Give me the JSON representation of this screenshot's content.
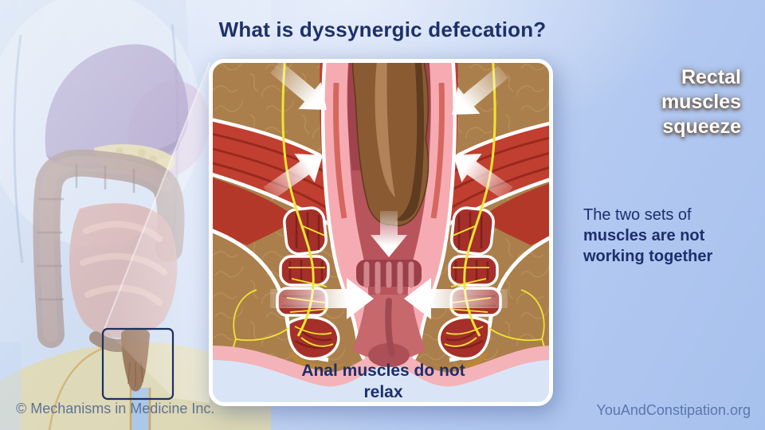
{
  "slide": {
    "title": "What is dyssynergic defecation?"
  },
  "panel": {
    "top_right_label": "Rectal muscles squeeze",
    "bottom_label": "Anal muscles do not relax"
  },
  "side_note": {
    "line1": "The two sets of",
    "line2": "muscles are not",
    "line3": "working together"
  },
  "footer": {
    "copyright": "© Mechanisms in Medicine Inc.",
    "website": "YouAndConstipation.org"
  },
  "icons": {
    "squeeze_arrows": "white arrows pressing inward on rectum and anal canal",
    "down_arrow": "white arrow pushing stool downward",
    "zoom_box": "navy outlined box over rectum linked by light beam to magnified panel"
  },
  "colors": {
    "title_navy": "#1e3069",
    "caption_navy": "#1d2e6d",
    "label_white": "#ffffff",
    "copyright_slate": "#5e7394",
    "website_blue": "#5b76ad",
    "bg_top": "#d4e1f7",
    "bg_bottom": "#a7c1ee",
    "tissue_brown": "#aa7f4c",
    "muscle_red": "#c13f30",
    "sphincter_red": "#a53029",
    "mucosa_pink": "#f6abb2",
    "stool_brown": "#8a5a33",
    "nerve_yellow": "#f2e531",
    "panel_bottom_blue": "#d9e5f7",
    "skin_pink": "#f4b3b8"
  }
}
